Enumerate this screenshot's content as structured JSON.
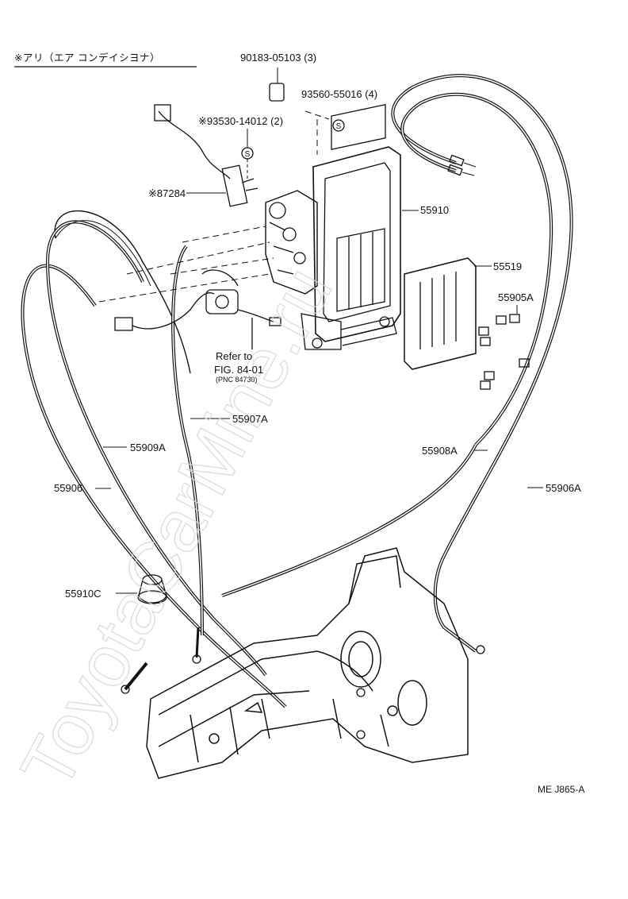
{
  "header": {
    "note": "※アリ（エア コンデイシヨナ）"
  },
  "labels": {
    "p90183": "90183-05103 (3)",
    "p93560": "93560-55016 (4)",
    "p93530": "※93530-14012 (2)",
    "p87284": "※87284",
    "p55910": "55910",
    "p55519": "55519",
    "p55905A": "55905A",
    "refer1": "Refer to",
    "refer2": "FIG. 84-01",
    "refer3": "(PNC 84730)",
    "p55907A": "55907A",
    "p55909A": "55909A",
    "p55908A": "55908A",
    "p55906": "55906",
    "p55906A": "55906A",
    "p55910C": "55910C",
    "code": "ME J865-A"
  },
  "symbols": {
    "screw": "S"
  },
  "watermark": {
    "text": "ToyotaCarMine.ru"
  }
}
